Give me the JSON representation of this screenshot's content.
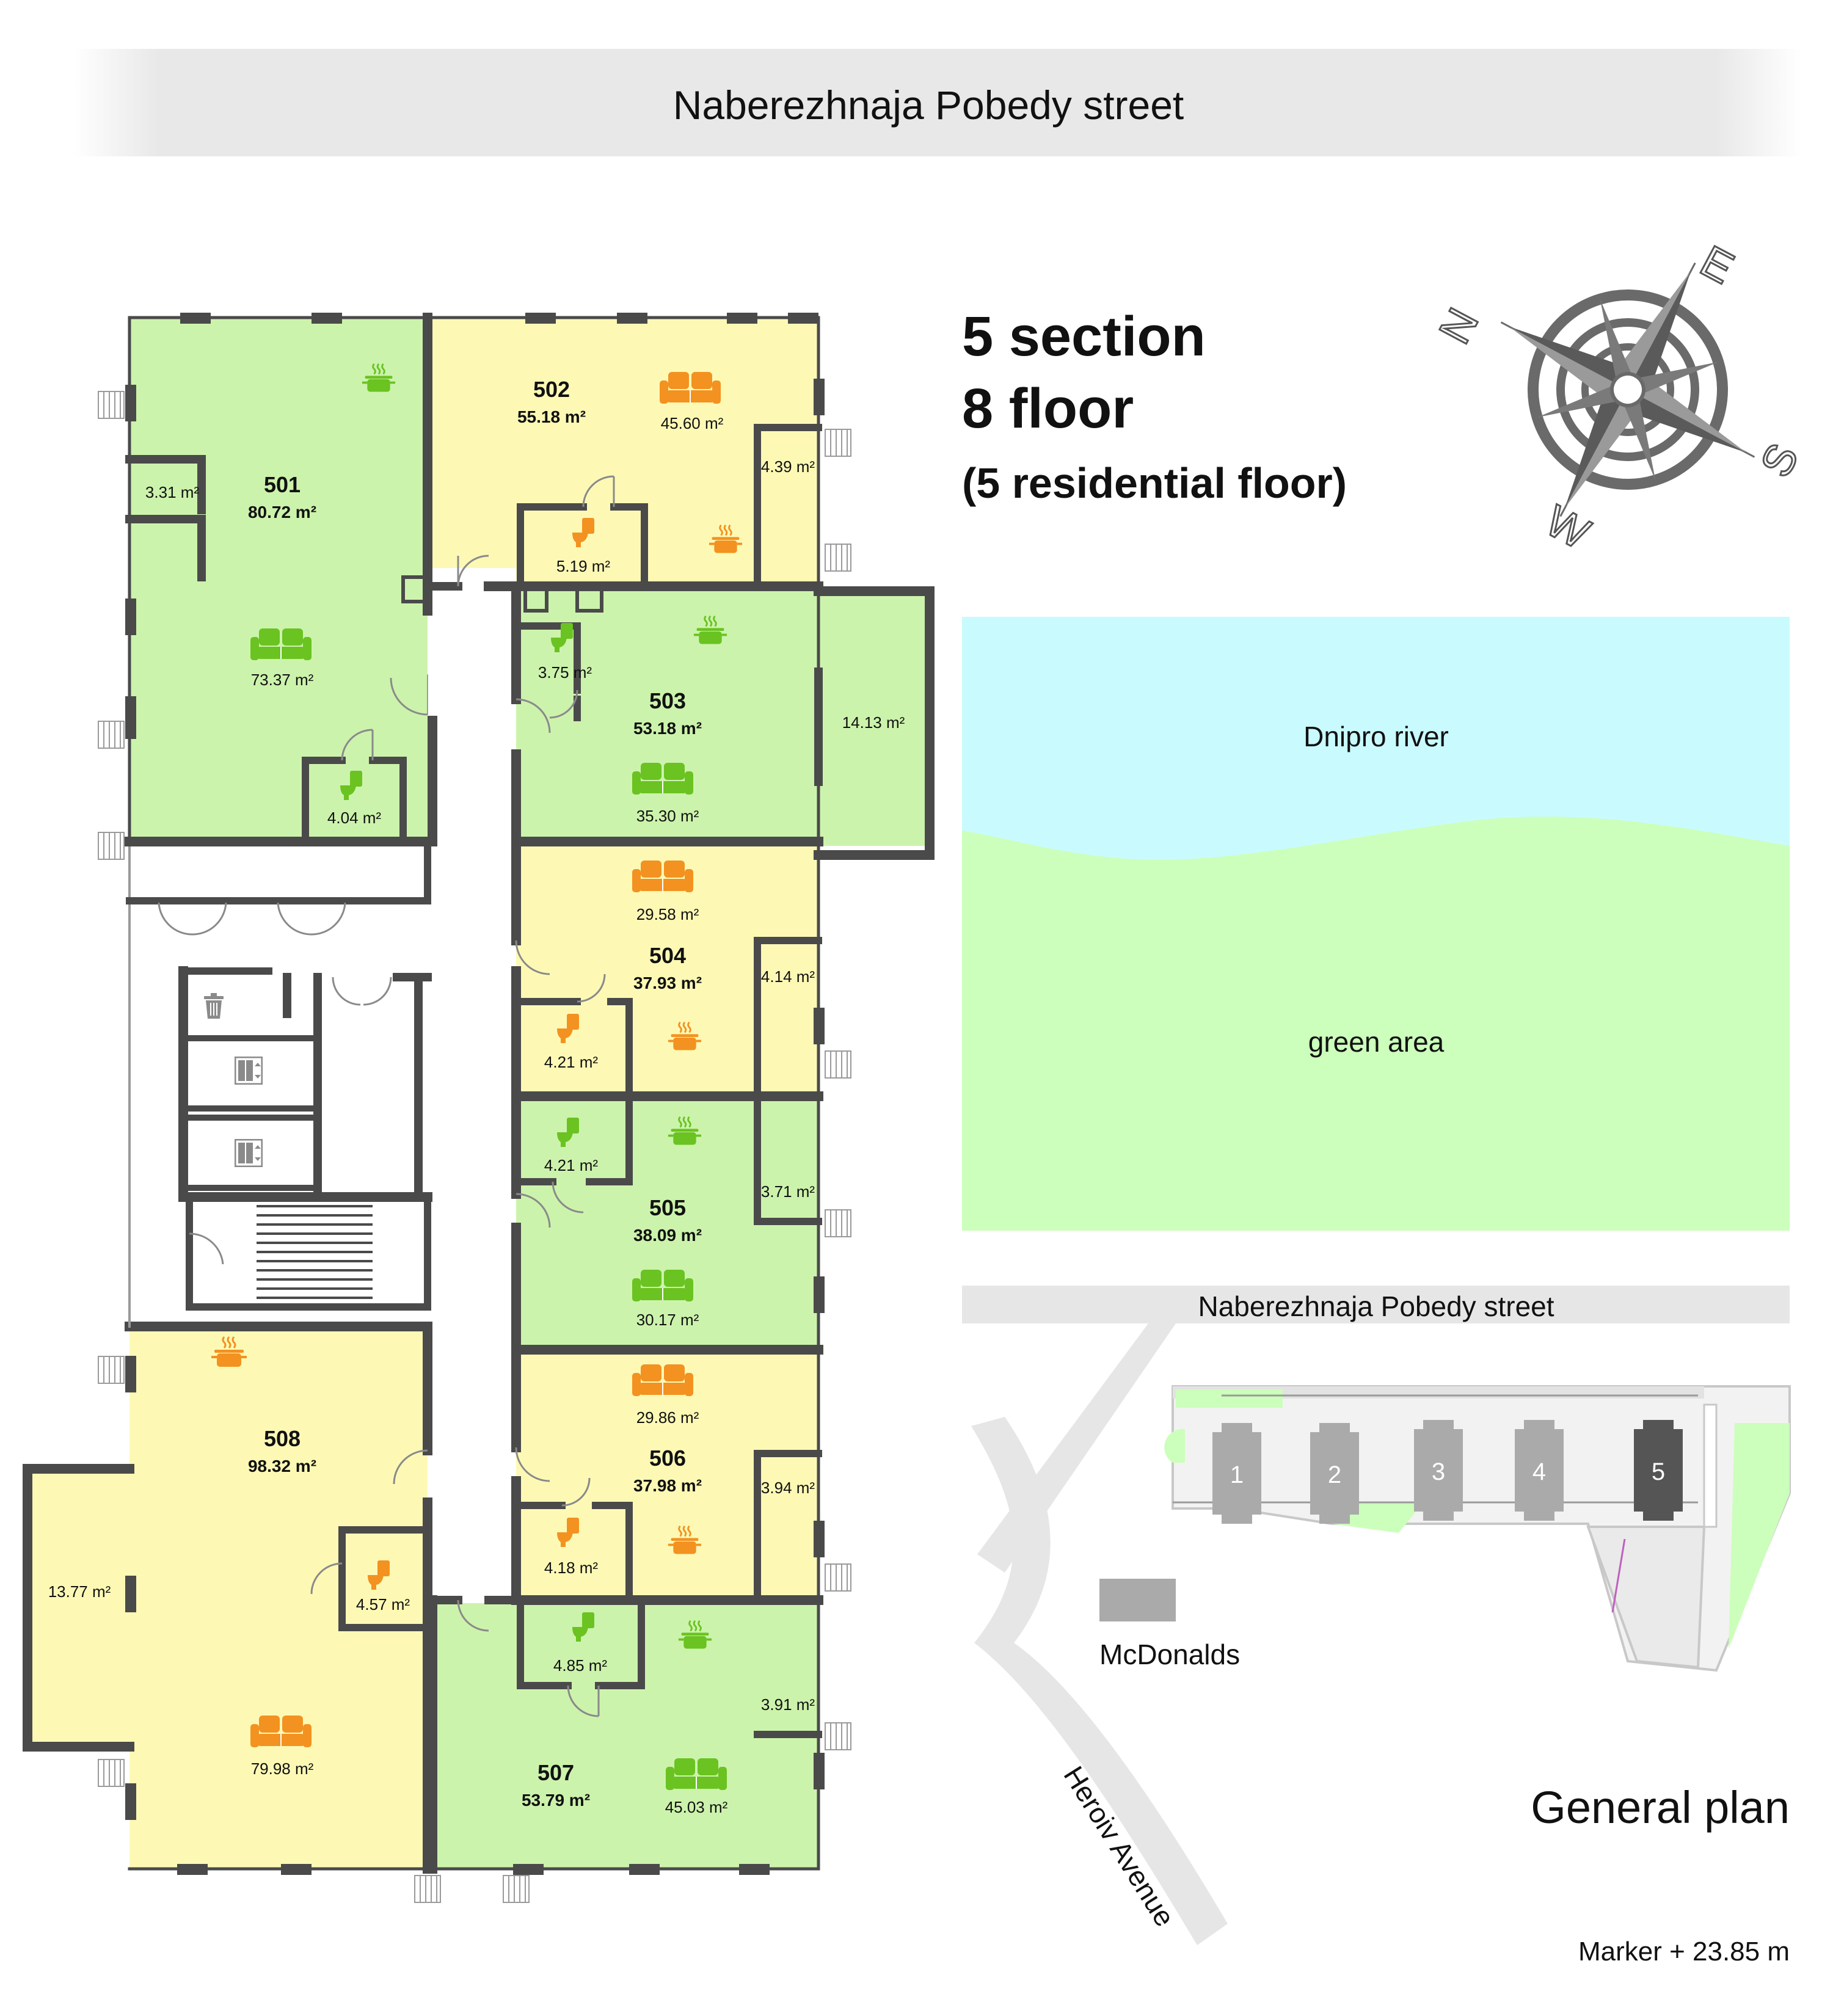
{
  "top_street": "Naberezhnaja Pobedy street",
  "heading": {
    "line1": "5 section",
    "line2": "8 floor",
    "line3": "(5 residential floor)"
  },
  "compass": {
    "n": "N",
    "e": "E",
    "s": "S",
    "w": "W"
  },
  "colors": {
    "green": "#ccf3ac",
    "yellow": "#fdf9b5",
    "wall": "#4a4a4a",
    "river": "#c9fbfe",
    "green_area": "#ccffbb",
    "road": "#e6e6e6",
    "icon_green": "#6ac321",
    "icon_orange": "#f39220"
  },
  "apartments": [
    {
      "number": "501",
      "total": "80.72 m²",
      "rooms": [
        "3.31 m²",
        "73.37 m²",
        "4.04 m²"
      ]
    },
    {
      "number": "502",
      "total": "55.18 m²",
      "rooms": [
        "45.60 m²",
        "4.39 m²",
        "5.19 m²"
      ]
    },
    {
      "number": "503",
      "total": "53.18 m²",
      "rooms": [
        "3.75 m²",
        "14.13 m²",
        "35.30 m²"
      ]
    },
    {
      "number": "504",
      "total": "37.93 m²",
      "rooms": [
        "29.58 m²",
        "4.14 m²",
        "4.21 m²"
      ]
    },
    {
      "number": "505",
      "total": "38.09 m²",
      "rooms": [
        "4.21 m²",
        "3.71 m²",
        "30.17 m²"
      ]
    },
    {
      "number": "506",
      "total": "37.98 m²",
      "rooms": [
        "29.86 m²",
        "3.94 m²",
        "4.18 m²"
      ]
    },
    {
      "number": "507",
      "total": "53.79 m²",
      "rooms": [
        "4.85 m²",
        "3.91 m²",
        "45.03 m²"
      ]
    },
    {
      "number": "508",
      "total": "98.32 m²",
      "rooms": [
        "13.77 m²",
        "4.57 m²",
        "79.98 m²"
      ]
    }
  ],
  "map": {
    "river": "Dnipro river",
    "green_area": "green area",
    "street": "Naberezhnaja Pobedy street",
    "avenue": "Heroiv Avenue",
    "mcdonalds": "McDonalds",
    "sections": [
      "1",
      "2",
      "3",
      "4",
      "5"
    ],
    "title": "General plan",
    "marker": "Marker + 23.85 m"
  },
  "icons": [
    "cooking-pot-icon",
    "sofa-icon",
    "toilet-icon",
    "trash-bin-icon",
    "elevator-icon"
  ]
}
